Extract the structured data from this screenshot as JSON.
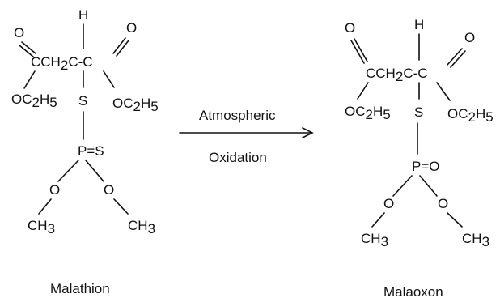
{
  "left": {
    "name": "Malathion",
    "atoms": {
      "H": "H",
      "O_top_left": "O",
      "O_top_right": "O",
      "chain_a": "CCH",
      "chain_b": "2",
      "chain_c": "C-C",
      "S_mid": "S",
      "oet": "OC",
      "oet_sub2": "2",
      "oet_h": "H",
      "oet_sub5": "5",
      "P_group": "P=S",
      "O1": "O",
      "O2": "O",
      "ch": "CH",
      "ch_sub": "3"
    }
  },
  "right": {
    "name": "Malaoxon",
    "atoms": {
      "H": "H",
      "O_top_left": "O",
      "O_top_right": "O",
      "chain_a": "CCH",
      "chain_b": "2",
      "chain_c": "C-C",
      "S_mid": "S",
      "oet": "OC",
      "oet_sub2": "2",
      "oet_h": "H",
      "oet_sub5": "5",
      "P_group": "P=O",
      "O1": "O",
      "O2": "O",
      "ch": "CH",
      "ch_sub": "3"
    }
  },
  "arrow": {
    "label_top": "Atmospheric",
    "label_bottom": "Oxidation"
  }
}
